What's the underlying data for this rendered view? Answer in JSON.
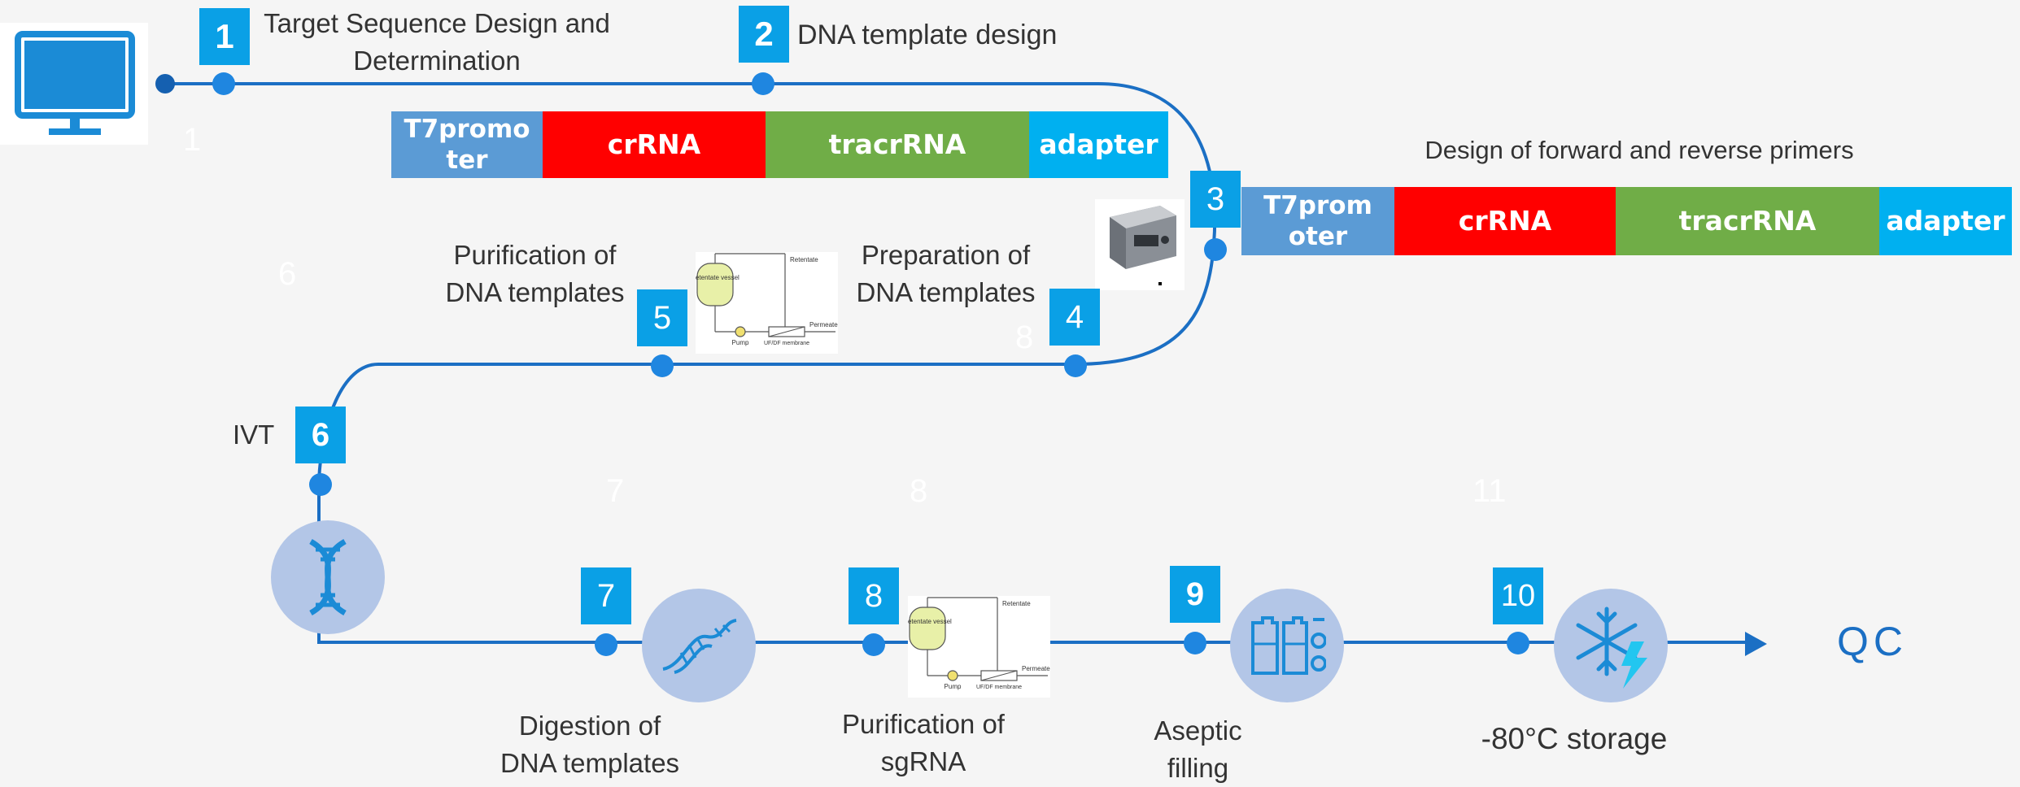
{
  "colors": {
    "line": "#1b6fc4",
    "badge": "#0aa0e6",
    "t7": "#5b9bd5",
    "crRNA": "#ff0000",
    "tracrRNA": "#70ad47",
    "adapter": "#00b0f0",
    "icon_circle": "#b3c6e7",
    "icon_stroke": "#1b8bd6"
  },
  "steps": [
    {
      "num": "1",
      "label": "Target Sequence Design and Determination",
      "label_lines": [
        "Target Sequence Design and",
        "Determination"
      ]
    },
    {
      "num": "2",
      "label": "DNA template design"
    },
    {
      "num": "3",
      "label": "Design of forward and reverse primers"
    },
    {
      "num": "4",
      "label_lines": [
        "Preparation of",
        "DNA templates"
      ]
    },
    {
      "num": "5",
      "label_lines": [
        "Purification of",
        "DNA templates"
      ]
    },
    {
      "num": "6",
      "label": "IVT"
    },
    {
      "num": "7",
      "label_lines": [
        "Digestion of",
        "DNA templates"
      ]
    },
    {
      "num": "8",
      "label_lines": [
        "Purification of",
        "sgRNA"
      ]
    },
    {
      "num": "9",
      "label_lines": [
        "Aseptic",
        "filling"
      ]
    },
    {
      "num": "10",
      "label": "-80°C storage"
    }
  ],
  "template_bar_top": {
    "segments": [
      {
        "lines": [
          "T7promo",
          "ter"
        ],
        "color_key": "t7"
      },
      {
        "lines": [
          "crRNA"
        ],
        "color_key": "crRNA"
      },
      {
        "lines": [
          "tracrRNA"
        ],
        "color_key": "tracrRNA"
      },
      {
        "lines": [
          "adapter"
        ],
        "color_key": "adapter"
      }
    ]
  },
  "template_bar_right": {
    "segments": [
      {
        "lines": [
          "T7prom",
          "oter"
        ],
        "color_key": "t7"
      },
      {
        "lines": [
          "crRNA"
        ],
        "color_key": "crRNA"
      },
      {
        "lines": [
          "tracrRNA"
        ],
        "color_key": "tracrRNA"
      },
      {
        "lines": [
          "adapter"
        ],
        "color_key": "adapter"
      }
    ]
  },
  "filtration_diagram": {
    "retentate_vessel": "Retentate vessel",
    "retentate": "Retentate",
    "permeate": "Permeate",
    "pump": "Pump",
    "membrane": "UF/DF membrane"
  },
  "end_label": "QC",
  "ghost_numbers": [
    "1",
    "6",
    "8",
    "7",
    "8",
    "11"
  ],
  "icons": [
    "monitor-icon",
    "thermal-cycler-icon",
    "dna-helix-icon",
    "dna-strand-icon",
    "vials-icon",
    "snowflake-icon"
  ]
}
